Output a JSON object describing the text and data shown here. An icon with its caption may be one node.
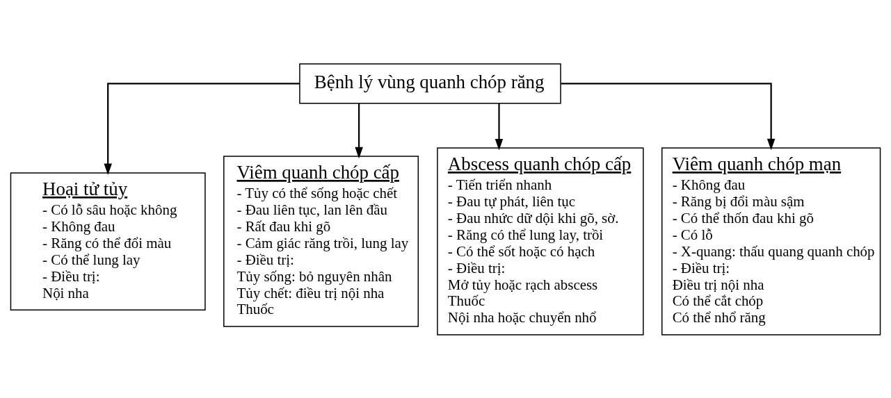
{
  "diagram": {
    "nodes": [
      {
        "text": [
          "Bệnh lý vùng quanh chóp răng"
        ]
      },
      {
        "text": [
          "Hoại tử tủy",
          "- Có lỗ sâu hoặc không",
          "- Không đau",
          "- Răng có thể đổi màu",
          "- Có thể lung lay",
          "- Điều trị:",
          "Nội nha"
        ]
      },
      {
        "text": [
          "Viêm quanh chóp cấp",
          "- Tủy có thể sống hoặc chết",
          "- Đau liên tục, lan lên đầu",
          "- Rất đau khi gõ",
          "- Cảm giác răng trồi, lung lay",
          "- Điều trị:",
          "Tủy sống: bỏ nguyên nhân",
          "Tủy chết: điều trị nội nha",
          "Thuốc"
        ]
      },
      {
        "text": [
          "Abscess quanh chóp cấp",
          "- Tiến triển nhanh",
          "- Đau tự phát, liên tục",
          "- Đau nhức dữ dội khi gõ, sờ.",
          "- Răng có thể lung lay, trồi",
          "- Có thể sốt hoặc có hạch",
          "- Điều trị:",
          "Mở tủy hoặc rạch abscess",
          "Thuốc",
          "Nội nha hoặc chuyển nhổ"
        ]
      },
      {
        "text": [
          "Viêm quanh chóp mạn",
          "- Không đau",
          "- Răng bị đổi màu sậm",
          "- Có thể thốn đau khi gõ",
          "- Có lỗ",
          "- X-quang: thấu quang quanh chóp",
          "- Điều trị:",
          "Điều trị nội nha",
          "Có thể cắt chóp",
          "Có thể nhổ răng"
        ]
      }
    ],
    "edges": [
      {
        "from": 0,
        "to": 1,
        "arrow": "to"
      },
      {
        "from": 0,
        "to": 2,
        "arrow": "to"
      },
      {
        "from": 0,
        "to": 3,
        "arrow": "to"
      },
      {
        "from": 0,
        "to": 4,
        "arrow": "to"
      }
    ]
  }
}
